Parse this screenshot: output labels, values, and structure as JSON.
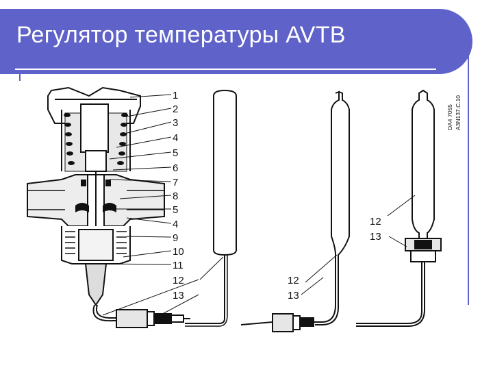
{
  "slide": {
    "title": "Регулятор температуры AVTB",
    "accent_color": "#5e62c9"
  },
  "diagram": {
    "labels_valve": [
      "1",
      "2",
      "3",
      "4",
      "5",
      "6",
      "7",
      "8",
      "5",
      "4",
      "9",
      "10",
      "11",
      "12",
      "13"
    ],
    "labels_sensor2": [
      "12",
      "13"
    ],
    "labels_sensor3": [
      "12",
      "13"
    ],
    "code_line1": "DA4 7055",
    "code_line2": "A3N137.C.10"
  }
}
